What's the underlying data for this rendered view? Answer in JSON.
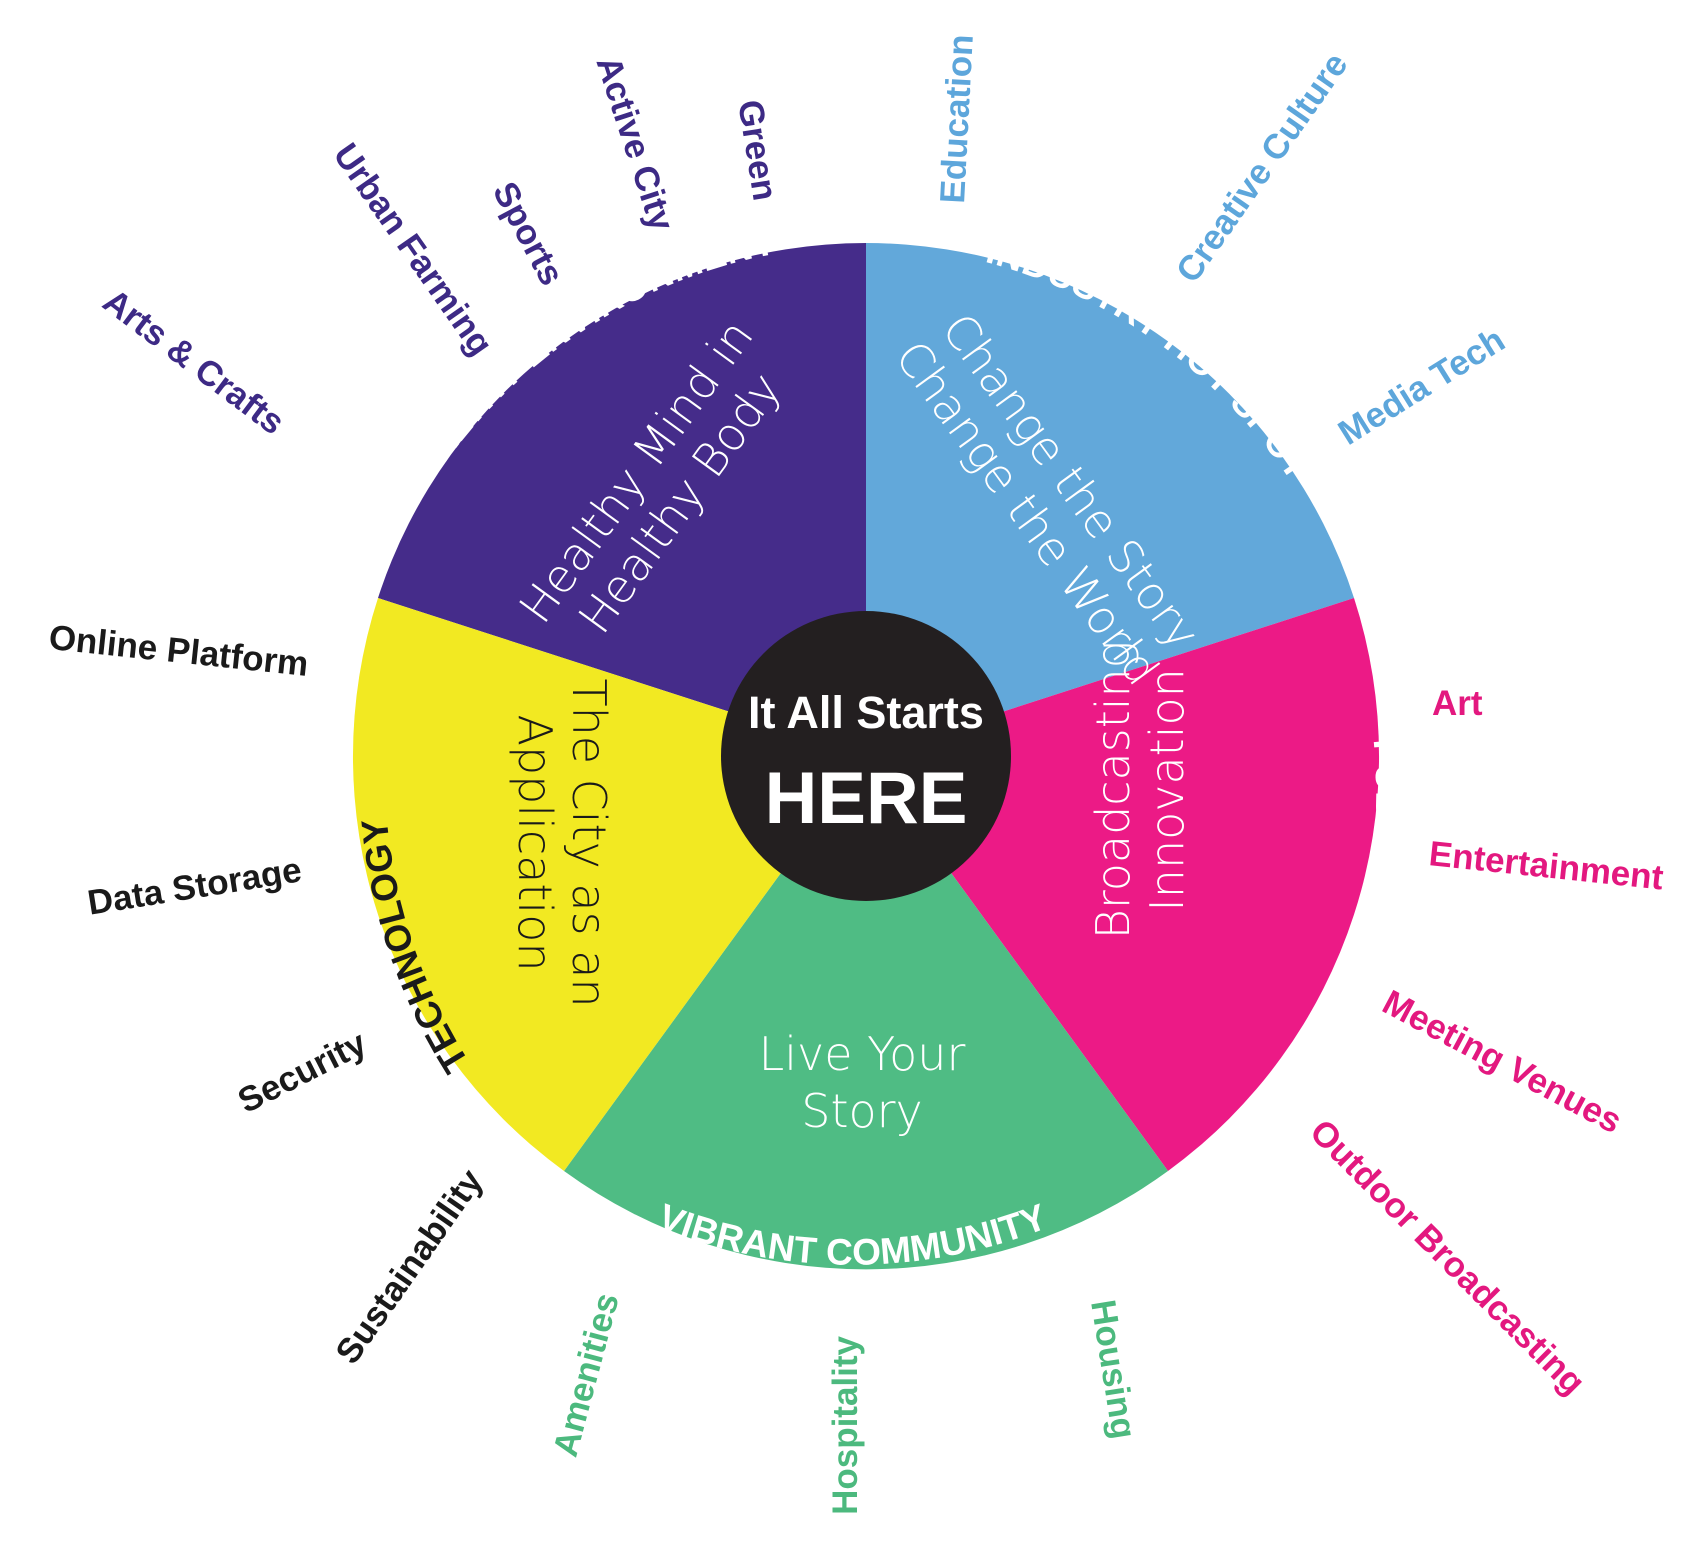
{
  "hub": {
    "line1": "It All Starts",
    "line2": "HERE"
  },
  "segments": [
    {
      "id": "healthy-environment",
      "title": "HEALTHY ENVIRONMENT",
      "slogan": [
        "Healthy Mind in",
        "Healthy Body"
      ],
      "color": "#452C8A",
      "text_color": "#ffffff",
      "spokes": [
        "Arts & Crafts",
        "Urban Farming",
        "Sports",
        "Active City",
        "Green"
      ]
    },
    {
      "id": "industry-hot-spot",
      "title": "INDUSTRY HOT SPOT",
      "slogan": [
        "Change the Story",
        "Change the World"
      ],
      "color": "#62A8DA",
      "text_color": "#ffffff",
      "spokes": [
        "Education",
        "Creative Culture",
        "Media Tech"
      ]
    },
    {
      "id": "public-interface",
      "title": "PUBLIC INTERFACE",
      "slogan": [
        "Broadcasting",
        "Innovation"
      ],
      "color": "#EC1A86",
      "text_color": "#ffffff",
      "spokes": [
        "Art",
        "Entertainment",
        "Meeting Venues",
        "Outdoor Broadcasting"
      ]
    },
    {
      "id": "vibrant-community",
      "title": "VIBRANT COMMUNITY",
      "slogan": [
        "Live Your",
        "Story"
      ],
      "color": "#4FBC84",
      "text_color": "#ffffff",
      "spokes": [
        "Housing",
        "Hospitality",
        "Amenities"
      ]
    },
    {
      "id": "technology",
      "title": "TECHNOLOGY",
      "slogan": [
        "The City as an",
        "Application"
      ],
      "color": "#F2E922",
      "text_color": "#1a1a1a",
      "spokes": [
        "Sustainability",
        "Security",
        "Data Storage",
        "Online Platform"
      ]
    }
  ],
  "spoke_colors": {
    "healthy-environment": "#3D2A85",
    "industry-hot-spot": "#5DA6DB",
    "public-interface": "#E3187F",
    "vibrant-community": "#4CB97E",
    "technology": "#1a1a1a"
  },
  "hub_color": "#231F20"
}
